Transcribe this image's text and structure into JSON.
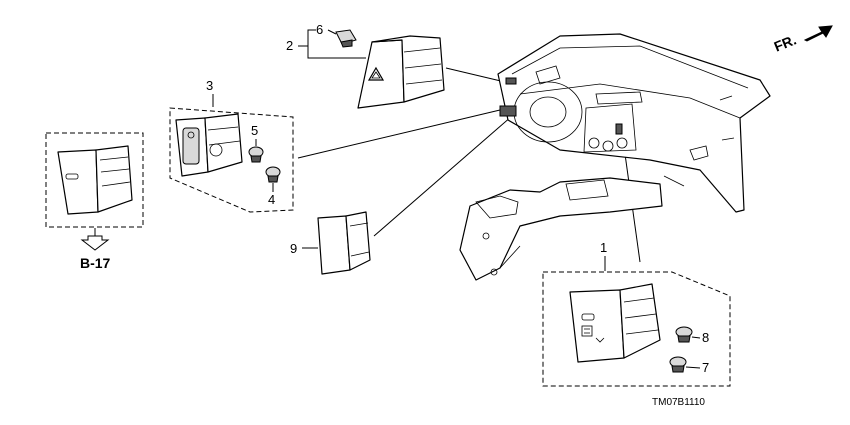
{
  "diagram": {
    "direction_label": "FR.",
    "reference_label": "B-17",
    "drawing_code": "TM07B1110",
    "callouts": [
      "1",
      "2",
      "3",
      "4",
      "5",
      "6",
      "7",
      "8",
      "9"
    ]
  }
}
